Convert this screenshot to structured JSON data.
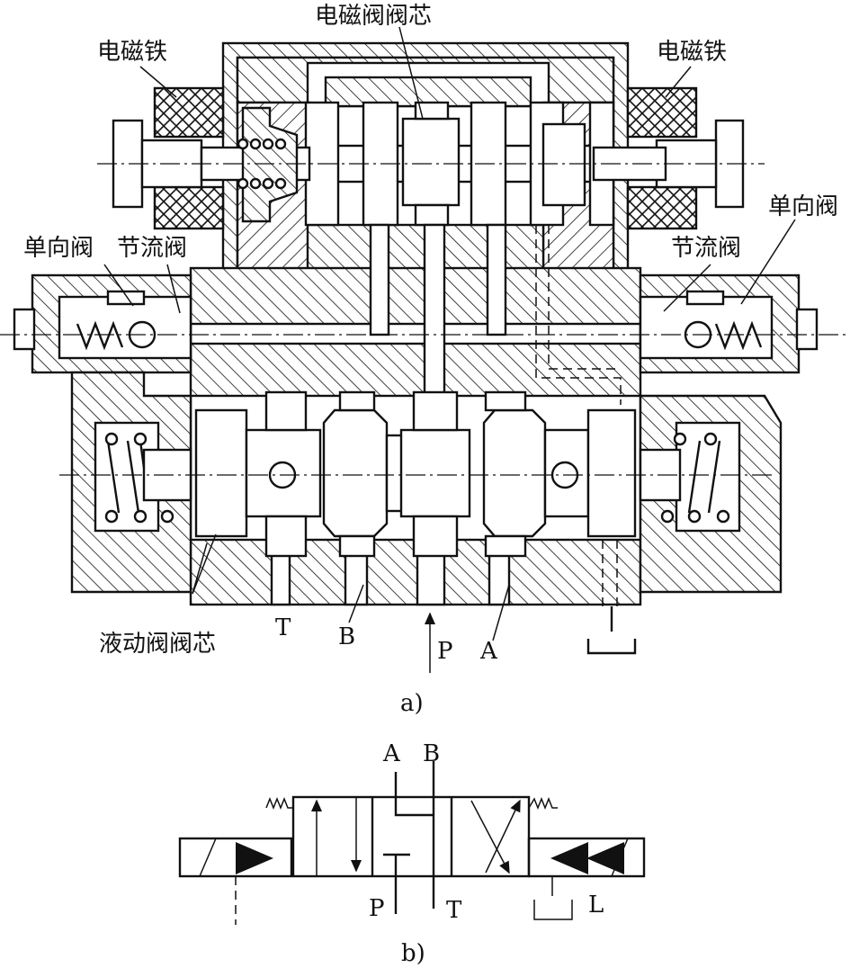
{
  "labels": {
    "pilot_spool": "电磁阀阀芯",
    "solenoid_left": "电磁铁",
    "solenoid_right": "电磁铁",
    "check_valve_left": "单向阀",
    "throttle_left": "节流阀",
    "check_valve_right": "单向阀",
    "throttle_right": "节流阀",
    "main_spool": "液动阀阀芯",
    "port_t": "T",
    "port_b": "B",
    "port_p": "P",
    "port_a": "A"
  },
  "captions": {
    "a": "a)",
    "b": "b)"
  },
  "symbol": {
    "port_a": "A",
    "port_b": "B",
    "port_p": "P",
    "port_t": "T",
    "port_l": "L"
  }
}
